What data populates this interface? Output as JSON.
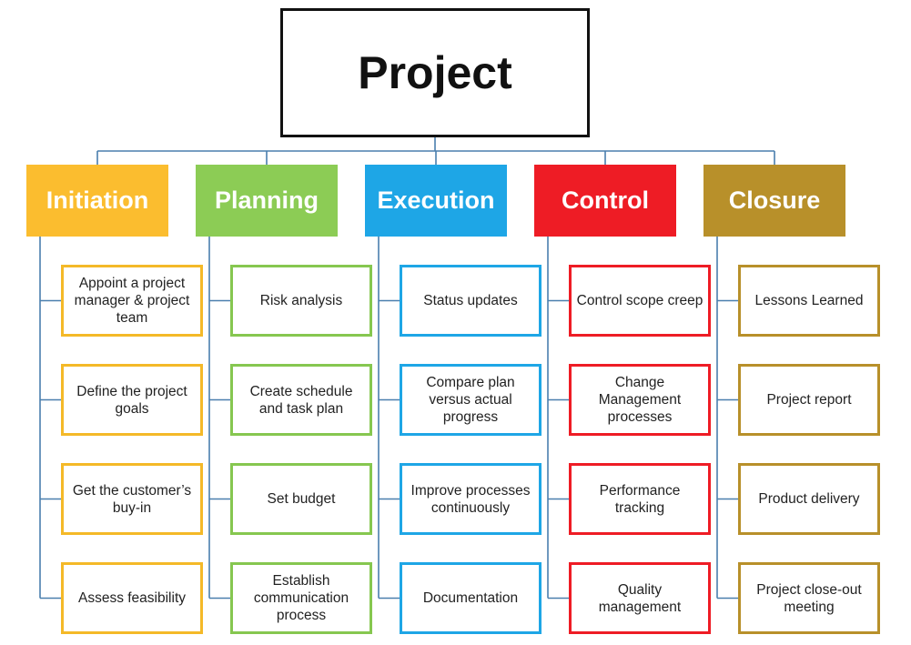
{
  "root": {
    "label": "Project"
  },
  "colors": {
    "connector": "#4a7fae",
    "root_border": "#111111"
  },
  "phases": [
    {
      "label": "Initiation",
      "color": "#fbbd2f",
      "border": "#f4b928",
      "tasks": [
        "Appoint a project manager & project team",
        "Define the project goals",
        "Get the customer’s buy-in",
        "Assess feasibility"
      ]
    },
    {
      "label": "Planning",
      "color": "#8ccc55",
      "border": "#86c750",
      "tasks": [
        "Risk analysis",
        "Create schedule and task plan",
        "Set budget",
        "Establish communication process"
      ]
    },
    {
      "label": "Execution",
      "color": "#1ea6e6",
      "border": "#1ea6e6",
      "tasks": [
        "Status updates",
        "Compare plan versus actual progress",
        "Improve processes continuously",
        "Documentation"
      ]
    },
    {
      "label": "Control",
      "color": "#ee1c25",
      "border": "#ee1c25",
      "tasks": [
        "Control scope creep",
        "Change Management processes",
        "Performance tracking",
        "Quality management"
      ]
    },
    {
      "label": "Closure",
      "color": "#b8902a",
      "border": "#b8902a",
      "tasks": [
        "Lessons Learned",
        "Project report",
        "Product delivery",
        "Project close-out meeting"
      ]
    }
  ]
}
